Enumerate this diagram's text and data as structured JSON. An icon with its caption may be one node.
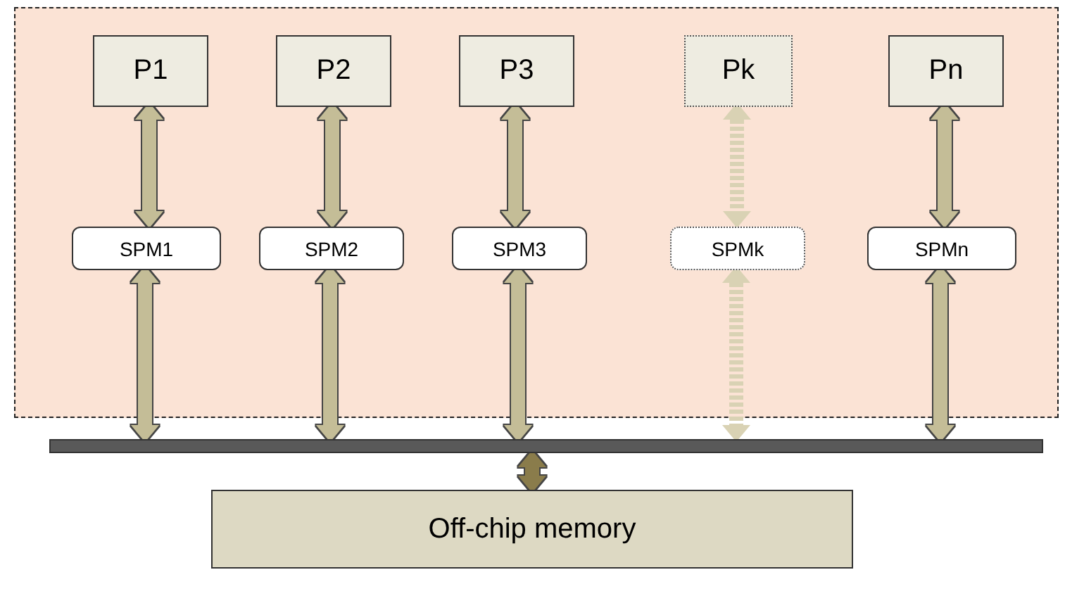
{
  "diagram": {
    "nodes": [
      {
        "text": [],
        "shape": "box"
      },
      {
        "text": [
          "P1"
        ],
        "in": 0
      },
      {
        "text": [
          "P2"
        ],
        "in": 0
      },
      {
        "text": [
          "P3"
        ],
        "in": 0
      },
      {
        "text": [
          "Pk"
        ],
        "in": 0
      },
      {
        "text": [
          "Pn"
        ],
        "in": 0
      },
      {
        "text": [
          "SPM1"
        ],
        "in": 0
      },
      {
        "text": [
          "SPM2"
        ],
        "in": 0
      },
      {
        "text": [
          "SPM3"
        ],
        "in": 0
      },
      {
        "text": [
          "SPMk"
        ],
        "in": 0
      },
      {
        "text": [
          "SPMn"
        ],
        "in": 0
      },
      {
        "text": [],
        "shape": "bar"
      },
      {
        "text": [
          "Off-chip memory"
        ]
      }
    ],
    "edges": [
      {
        "from": 1,
        "to": 6,
        "arrow": "both"
      },
      {
        "from": 2,
        "to": 7,
        "arrow": "both"
      },
      {
        "from": 3,
        "to": 8,
        "arrow": "both"
      },
      {
        "from": 4,
        "to": 9,
        "arrow": "both",
        "style": "dashed",
        "color": "#d9d2b4"
      },
      {
        "from": 5,
        "to": 10,
        "arrow": "both"
      },
      {
        "from": 6,
        "to": 11,
        "arrow": "both"
      },
      {
        "from": 7,
        "to": 11,
        "arrow": "both"
      },
      {
        "from": 8,
        "to": 11,
        "arrow": "both"
      },
      {
        "from": 9,
        "to": 11,
        "arrow": "both",
        "style": "dashed",
        "color": "#d9d2b4"
      },
      {
        "from": 10,
        "to": 11,
        "arrow": "both"
      },
      {
        "from": 11,
        "to": 12,
        "arrow": "both",
        "color": "#8a7c4c"
      }
    ]
  }
}
